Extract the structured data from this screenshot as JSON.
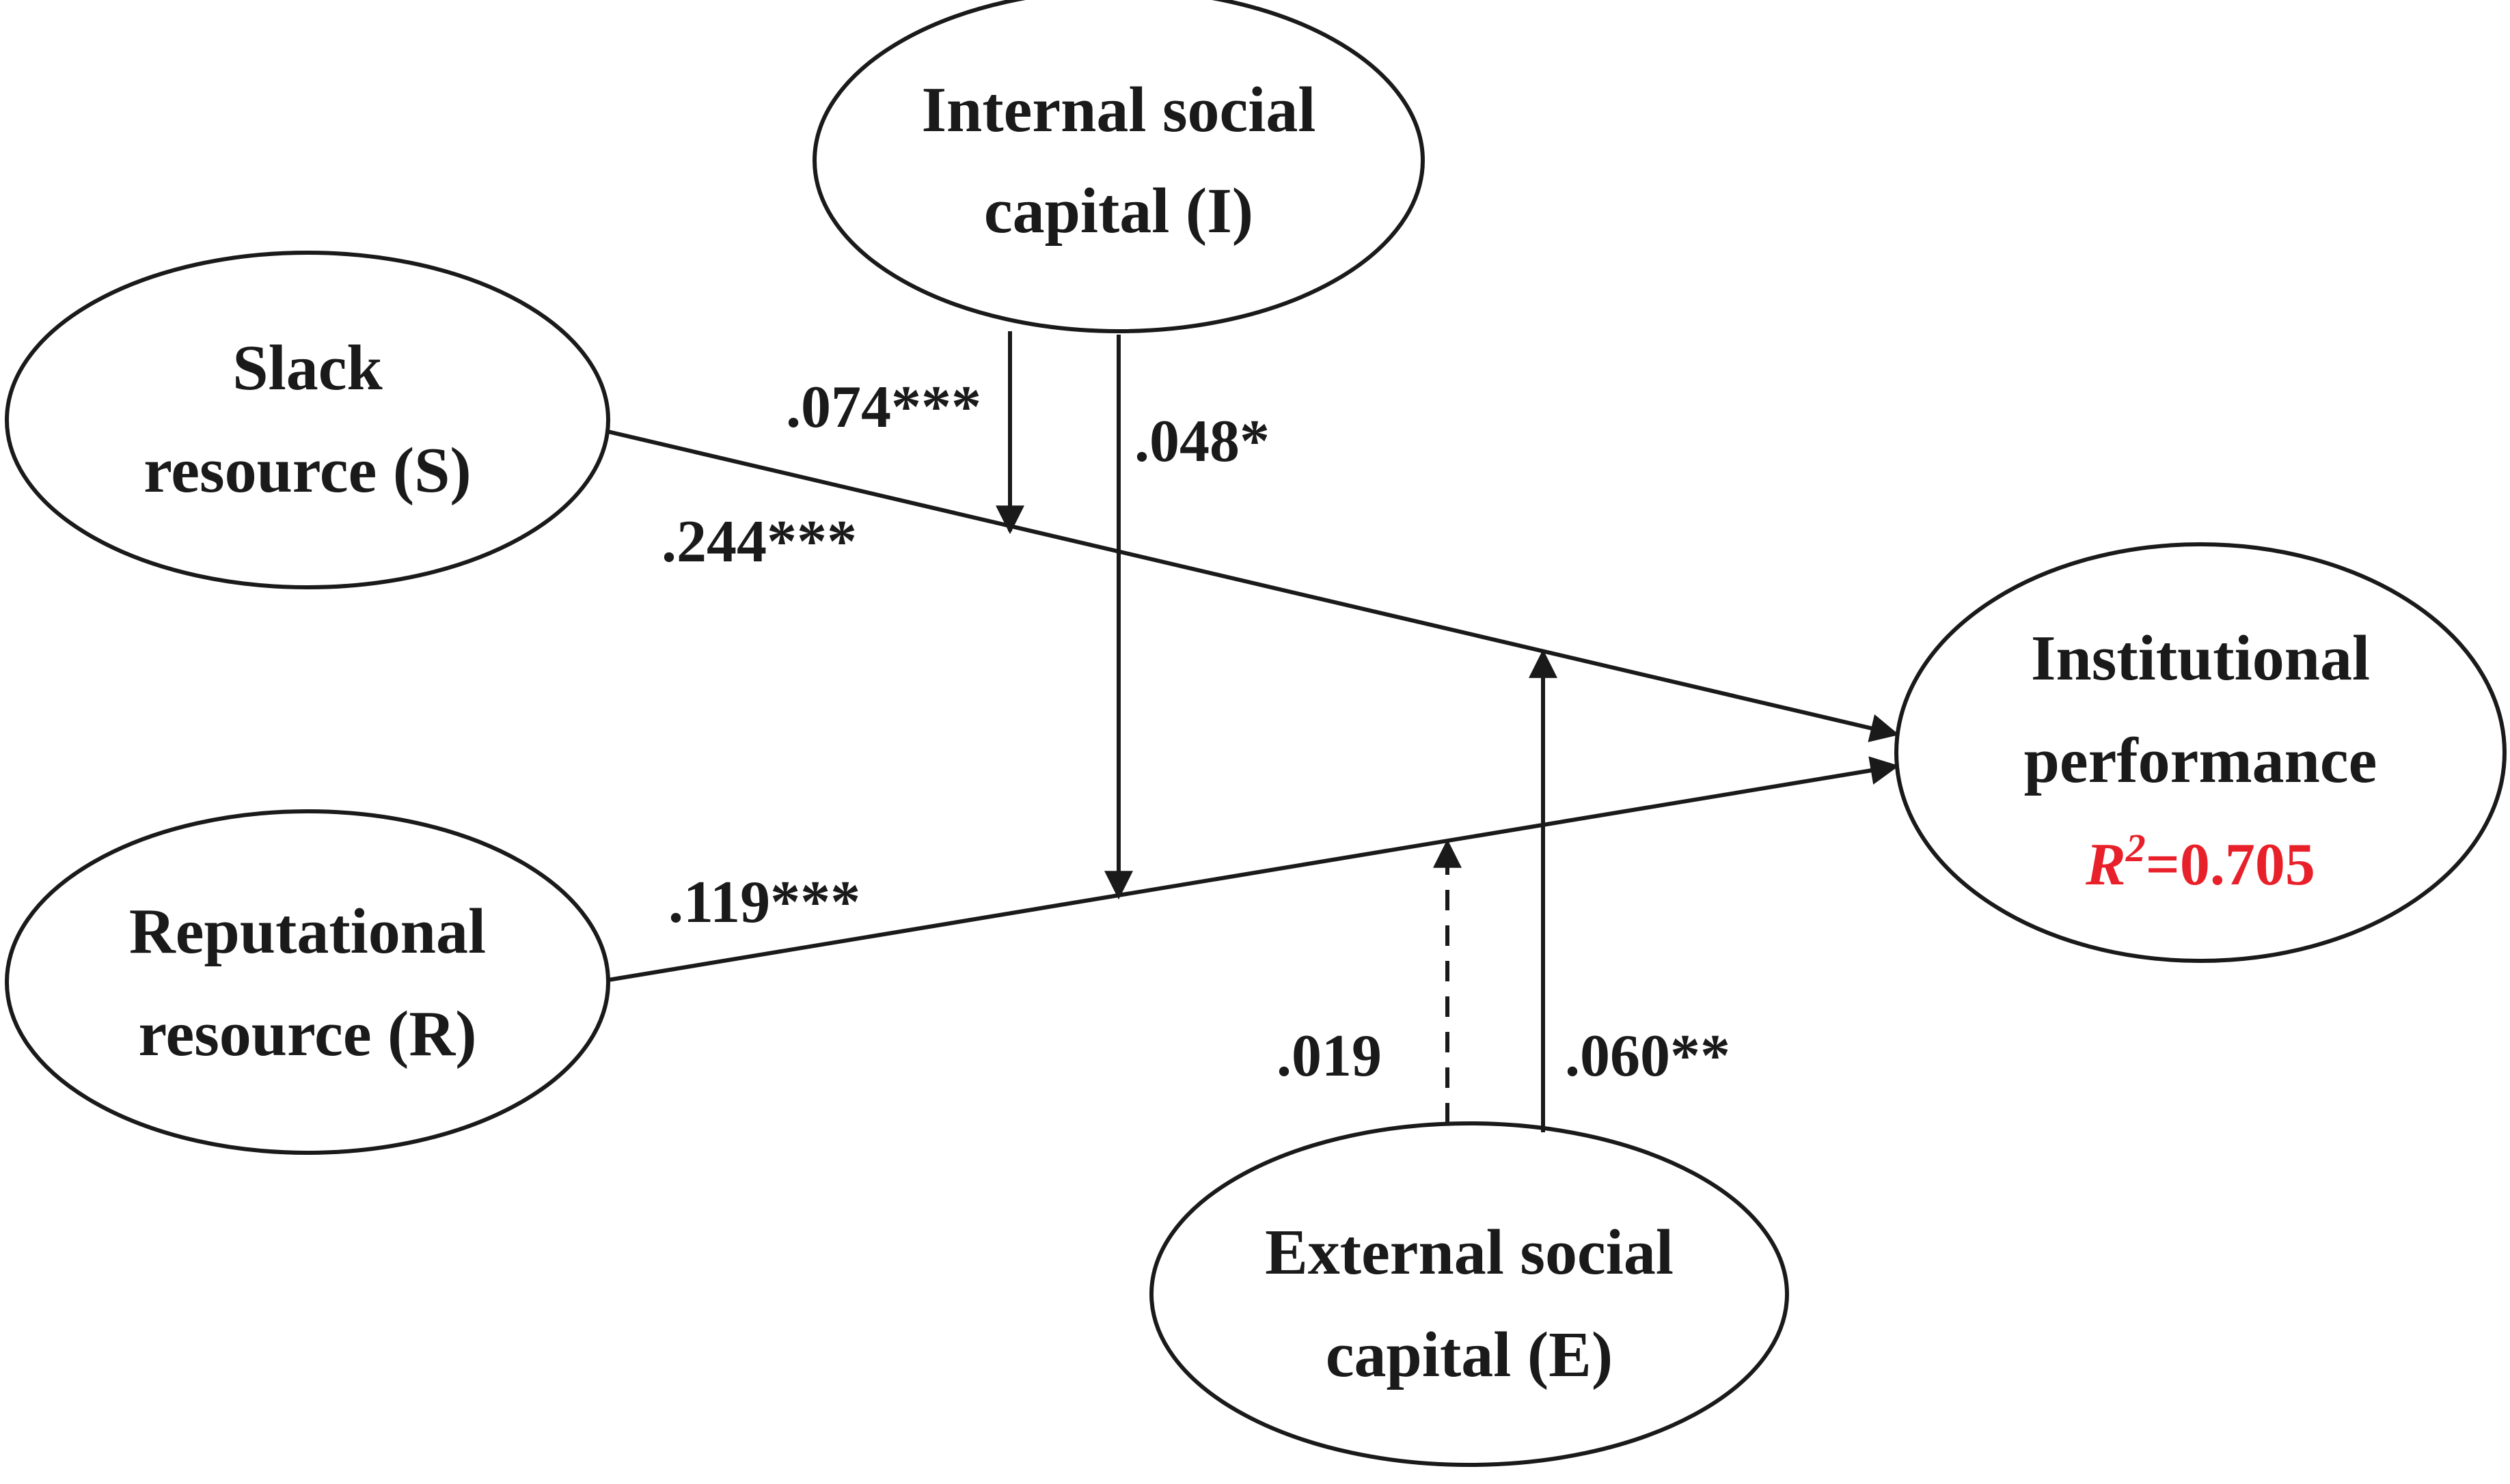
{
  "nodes": {
    "internal": {
      "line1": "Internal social",
      "line2": "capital (I)"
    },
    "slack": {
      "line1": "Slack",
      "line2": "resource (S)"
    },
    "reputational": {
      "line1": "Reputational",
      "line2": "resource (R)"
    },
    "external": {
      "line1": "External social",
      "line2": "capital (E)"
    },
    "performance": {
      "line1": "Institutional",
      "line2": "performance"
    }
  },
  "r_squared": {
    "symbol": "R",
    "superscript": "2",
    "value": "=0.705",
    "color": "#e8202a"
  },
  "paths": {
    "slack_to_performance": ".244***",
    "reputational_to_performance": ".119***",
    "internal_moderates_slack": ".074***",
    "internal_moderates_reputational": ".048*",
    "external_moderates_reputational": ".019",
    "external_moderates_slack": ".060**"
  },
  "colors": {
    "stroke": "#1a1a1a",
    "background": "#ffffff"
  }
}
